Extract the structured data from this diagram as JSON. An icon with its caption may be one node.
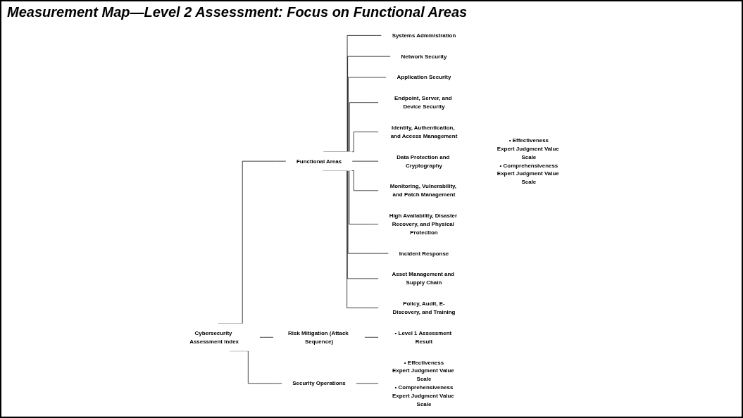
{
  "diagram": {
    "title": "Measurement Map—Level 2 Assessment: Focus on Functional Areas",
    "nodes": [
      {
        "text": [
          "Cybersecurity Assessment Index"
        ]
      },
      {
        "text": [
          "Risk Mitigation (Attack Sequence)"
        ]
      },
      {
        "text": [
          "Functional Areas"
        ]
      },
      {
        "text": [
          "Security Operations"
        ]
      },
      {
        "text": [
          "Systems Administration"
        ]
      },
      {
        "text": [
          "Network Security"
        ]
      },
      {
        "text": [
          "Application Security"
        ]
      },
      {
        "text": [
          "Endpoint, Server, and Device Security"
        ]
      },
      {
        "text": [
          "Identity, Authentication, and Access Management"
        ]
      },
      {
        "text": [
          "Data Protection and Cryptography"
        ]
      },
      {
        "text": [
          "Monitoring, Vulnerability, and Patch Management"
        ]
      },
      {
        "text": [
          "High Availability, Disaster Recovery, and Physical Protection"
        ]
      },
      {
        "text": [
          "Incident Response"
        ]
      },
      {
        "text": [
          "Asset Management and Supply Chain"
        ]
      },
      {
        "text": [
          "Policy, Audit, E-Discovery, and Training"
        ]
      },
      {
        "text": [
          "• Level 1 Assessment Result"
        ]
      },
      {
        "text": [
          "• Effectiveness",
          "Expert Judgment Value Scale",
          "• Comprehensiveness",
          "Expert Judgment Value Scale"
        ]
      },
      {
        "text": [
          "• Effectiveness",
          "Expert Judgment Value Scale",
          "• Comprehensiveness",
          "Expert Judgment Value Scale"
        ]
      }
    ],
    "edges": [
      {
        "from": 0,
        "to": 1,
        "arrow": "none"
      },
      {
        "from": 0,
        "to": 2,
        "arrow": "none"
      },
      {
        "from": 0,
        "to": 3,
        "arrow": "none"
      },
      {
        "from": 2,
        "to": 4,
        "arrow": "none"
      },
      {
        "from": 2,
        "to": 5,
        "arrow": "none"
      },
      {
        "from": 2,
        "to": 6,
        "arrow": "none"
      },
      {
        "from": 2,
        "to": 7,
        "arrow": "none"
      },
      {
        "from": 2,
        "to": 8,
        "arrow": "none"
      },
      {
        "from": 2,
        "to": 9,
        "arrow": "none"
      },
      {
        "from": 2,
        "to": 10,
        "arrow": "none"
      },
      {
        "from": 2,
        "to": 11,
        "arrow": "none"
      },
      {
        "from": 2,
        "to": 12,
        "arrow": "none"
      },
      {
        "from": 2,
        "to": 13,
        "arrow": "none"
      },
      {
        "from": 2,
        "to": 14,
        "arrow": "none"
      },
      {
        "from": 1,
        "to": 15,
        "arrow": "none"
      },
      {
        "from": 3,
        "to": 17,
        "arrow": "none"
      }
    ]
  }
}
